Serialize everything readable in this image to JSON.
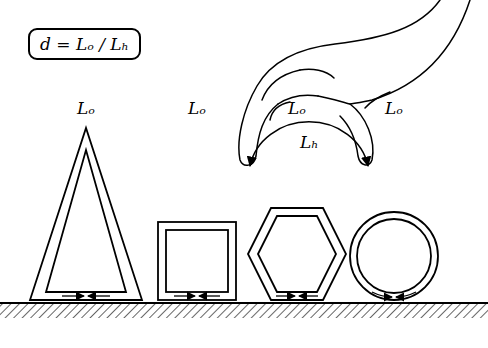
{
  "diagram": {
    "nodes": [
      {
        "text": [
          "d = Lₒ / Lₕ"
        ]
      }
    ],
    "labels": [
      "Lₕ",
      "Lₒ",
      "Lₒ",
      "Lₒ",
      "Lₒ"
    ]
  }
}
